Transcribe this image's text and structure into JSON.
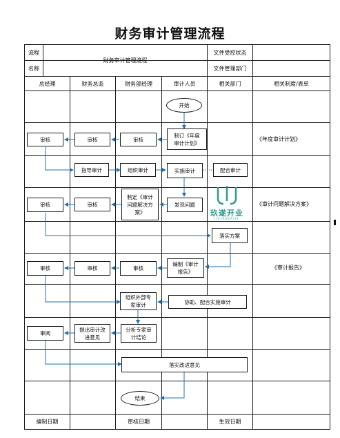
{
  "title": "财务审计管理流程",
  "header": {
    "label_flow": "流程",
    "label_name": "名称",
    "flow_name": "财务审计管理流程",
    "file_control": "文件受控状态",
    "file_dept": "文件管理部门"
  },
  "columns": [
    "总经理",
    "财务总监",
    "财务部经理",
    "审计人员",
    "相关部门",
    "相关制度/表单"
  ],
  "nodes": {
    "start": "开始",
    "make_plan": "制订《年度审计计划》",
    "review_mgr1": "审核",
    "review_dir1": "审核",
    "review_gm1": "审核",
    "guide_audit": "指导审计",
    "org_audit": "组织审计",
    "implement_audit": "实施审计",
    "cooperate_audit": "配合审计",
    "make_solution": "制定《审计问题解决方案》",
    "find_problem": "发现问题",
    "review_dir2": "审核",
    "review_gm2": "审核",
    "implement_solution": "落实方案",
    "write_report": "编制《审计报告》",
    "review_mgr3": "审核",
    "review_dir3": "审核",
    "review_gm3": "审核",
    "org_external": "组织外部专家审计",
    "assist_external": "协助、配合实施审计",
    "analyze_conclusion": "分析专家审计结论",
    "propose_improve": "提出审计改进意见",
    "read_gm": "审阅",
    "implement_improve": "落实改进意见",
    "end": "结束"
  },
  "refs": {
    "plan": "《年度审计计划》",
    "solution": "《审计问题解决方案》",
    "report": "《审计报告》"
  },
  "logo": {
    "name": "玖遂开业",
    "sub": "JIUYAOKAIYE"
  },
  "footer": {
    "compile_date": "编制日期",
    "review_date": "审核日期",
    "effective_date": "生效日期"
  }
}
